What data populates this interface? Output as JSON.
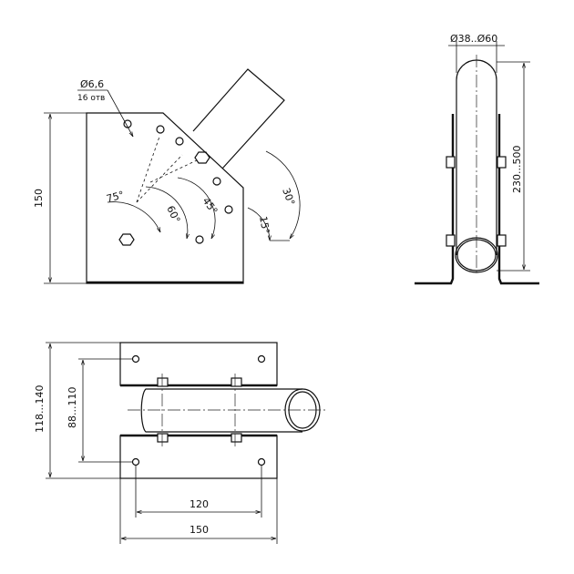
{
  "front_view": {
    "hole_label": "Ø6,6",
    "hole_count": "16 отв",
    "height": "150",
    "angles": [
      "75°",
      "60°",
      "45°",
      "30°",
      "15°"
    ]
  },
  "side_view": {
    "diameter": "Ø38..Ø60",
    "length": "230...500"
  },
  "top_view": {
    "outer_width": "118...140",
    "inner_width": "88...110",
    "hole_spacing": "120",
    "plate_length": "150"
  }
}
